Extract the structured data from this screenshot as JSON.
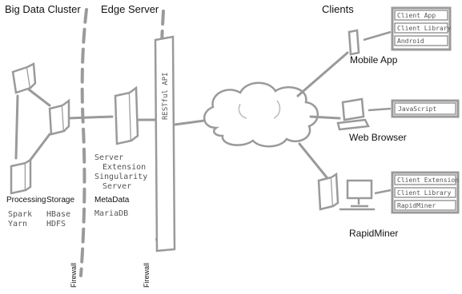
{
  "sections": {
    "cluster_title": "Big Data Cluster",
    "edge_title": "Edge Server",
    "clients_title": "Clients"
  },
  "cluster": {
    "processing_label": "Processing",
    "storage_label": "Storage",
    "processing_items": [
      "Spark",
      "Yarn"
    ],
    "storage_items": [
      "HBase",
      "HDFS"
    ]
  },
  "edge": {
    "server_lines": [
      "Server",
      "Extension",
      "Singularity",
      "Server"
    ],
    "metadata_label": "MetaData",
    "metadata_item": "MariaDB",
    "api_label": "RESTful API"
  },
  "firewalls": [
    "Firewall",
    "Firewall"
  ],
  "clients": {
    "mobile": {
      "name": "Mobile App",
      "items": [
        "Client App",
        "Client Library",
        "Android"
      ]
    },
    "web": {
      "name": "Web Browser",
      "items": [
        "JavaScript"
      ]
    },
    "rapidminer": {
      "name": "RapidMiner",
      "items": [
        "Client Extension",
        "Client Library",
        "RapidMiner"
      ]
    }
  },
  "colors": {
    "sketch": "#9a9a9a",
    "text": "#111111",
    "mono_text": "#555555"
  }
}
